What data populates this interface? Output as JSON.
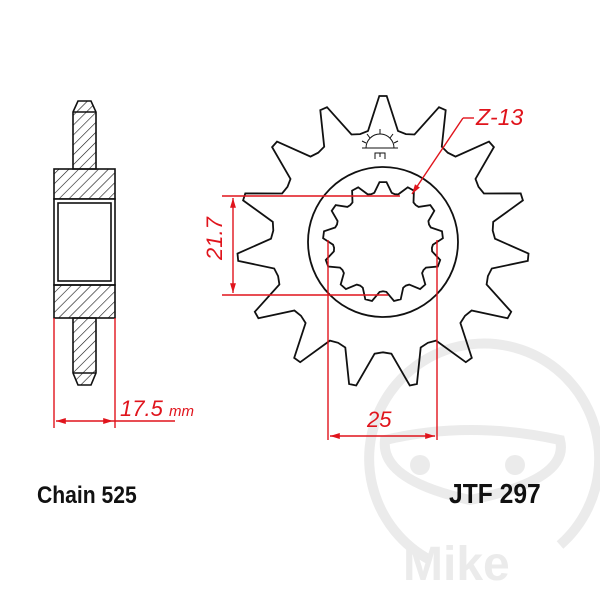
{
  "drawing": {
    "title": "Front sprocket technical drawing",
    "part_number": "JTF 297",
    "chain_label": "Chain 525",
    "dimensions": {
      "width": {
        "value": "17.5",
        "unit": "mm"
      },
      "spline_height": {
        "value": "21.7"
      },
      "spline_width": {
        "value": "25"
      },
      "spline_teeth": {
        "value": "Z-13"
      }
    },
    "sprocket": {
      "outer_teeth": 15,
      "spline_teeth": 13
    },
    "colors": {
      "line": "#111111",
      "dimension": "#e0141c",
      "watermark": "#ebebeb"
    },
    "watermark": {
      "text": "Mike"
    }
  }
}
